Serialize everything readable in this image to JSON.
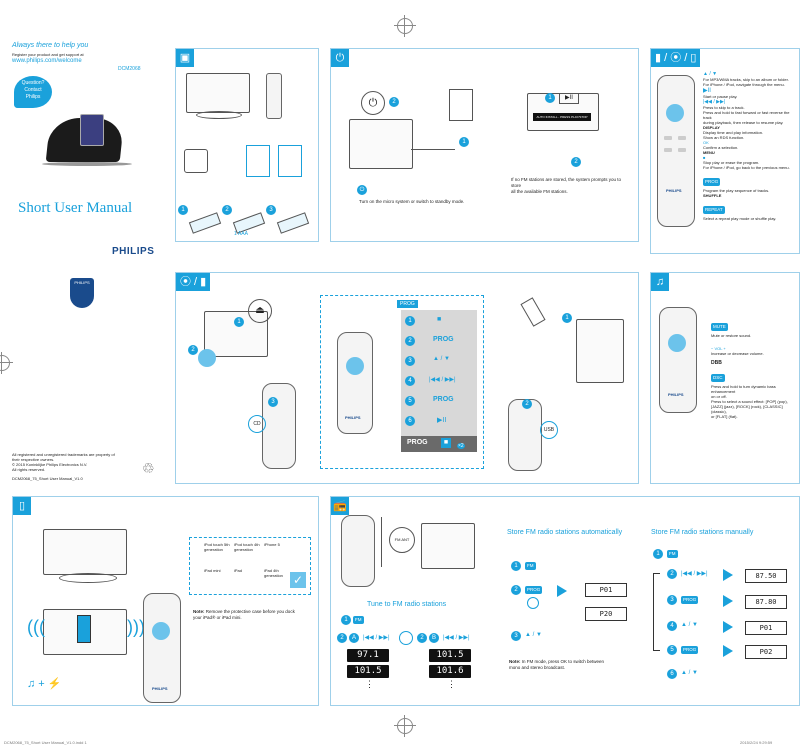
{
  "brand": {
    "tagline": "Always there to help you",
    "register": "Register your product and get support at",
    "url": "www.philips.com/welcome",
    "model": "DCM2068",
    "question_bubble_1": "Question?",
    "question_bubble_2": "Contact",
    "question_bubble_3": "Philips",
    "manual_title": "Short User Manual",
    "logo": "PHILIPS"
  },
  "legal": {
    "line1": "All registered and unregistered trademarks are property of",
    "line2": "their respective owners.",
    "line3": "© 2015 Koninklijke Philips Electronics N.V.",
    "line4": "All rights reserved.",
    "docid": "DCM2068_75_Short User Manual_V1.0"
  },
  "setup": {
    "battery_label": "1 AAA",
    "steps": [
      "1",
      "2",
      "3"
    ]
  },
  "power": {
    "text": "Turn on the micro system or switch to standby mode.",
    "fm_text_1": "If no FM stations are stored, the system prompts you to store",
    "fm_text_2": "all the available FM stations.",
    "display_text": "AUTO INSTALL - PRESS PLAY/STOP",
    "steps": [
      "1",
      "2"
    ]
  },
  "controls": {
    "updown": "▲ / ▼",
    "updown_text_1": "For MP3/WMA tracks, skip to an album or folder.",
    "updown_text_2": "For iPhone / iPod, navigate through the menu.",
    "play_text": "Start or pause play.",
    "skip": "|◀◀ / ▶▶|",
    "skip_text_1": "Press to skip to a track.",
    "skip_text_2": "Press and hold to fast forward or fast reverse the track",
    "skip_text_3": "during playback, then release to resume play.",
    "display_label": "DISPLAY",
    "display_text_1": "Display time and play information.",
    "display_text_2": "Show an RDS function.",
    "ok_text": "Confirm a selection.",
    "menu_label": "MENU",
    "stop_text_1": "Stop play or erase the program.",
    "stop_text_2": "For iPhone / iPod, go back to the previous menu.",
    "prog_label": "PROG",
    "prog_text": "Program the play sequence of tracks.",
    "shuffle_label": "SHUFFLE",
    "repeat_label": "REPEAT",
    "repeat_text": "Select a repeat play mode or shuffle play."
  },
  "disc": {
    "prog_header": "PROG",
    "rows": [
      "■",
      "PROG",
      "▲ / ▼",
      "|◀◀ / ▶▶|",
      "PROG",
      "▶II"
    ],
    "steps": [
      "1",
      "2",
      "3",
      "4",
      "5",
      "6"
    ],
    "final": "PROG",
    "times": "×2",
    "usb": "USB",
    "cd": "CD"
  },
  "sound": {
    "mute_label": "MUTE",
    "mute_text": "Mute or restore sound.",
    "vol_text": "Increase or decrease volume.",
    "dbb_label": "DBB",
    "dsc_label": "DSC",
    "dsc_text_1": "Press and hold to turn dynamic bass enhancement",
    "dsc_text_2": "on or off.",
    "dsc_text_3": "Press to select a sound effect: [POP] (pop),",
    "dsc_text_4": "[JAZZ] (jazz), [ROCK] (rock), [CLASSIC] (classic),",
    "dsc_text_5": "or [FLAT] (flat)."
  },
  "ipod": {
    "compat_1": "iPod touch 5th generation",
    "compat_2": "iPod touch 4th generation",
    "compat_3": "iPhone 5",
    "compat_4": "iPad mini",
    "compat_5": "iPad",
    "compat_6": "iPad 4th generation",
    "note_label": "Note:",
    "note_1": "Remove the protective case before you dock",
    "note_2": "your iPad® or iPad mini."
  },
  "radio": {
    "tune_title": "Tune to FM radio stations",
    "auto_title": "Store FM radio stations automatically",
    "manual_title": "Store FM radio stations manually",
    "fm_ant": "FM ANT",
    "skip": "|◀◀ / ▶▶|",
    "updown": "▲ / ▼",
    "freq_a1": "97.1",
    "freq_a2": "101.5",
    "freq_b1": "101.5",
    "freq_b2": "101.6",
    "auto_prog": "PROG",
    "auto_p1": "P01",
    "auto_p2": "P20",
    "manual_f1": "87.50",
    "manual_f2": "87.80",
    "manual_p1": "P01",
    "manual_p2": "P02",
    "note_label": "Note:",
    "note_1": "In FM mode, press OK to switch between",
    "note_2": "mono and stereo broadcast.",
    "dots": "⋮"
  },
  "footer": {
    "left": "DCM2068_75_Short User Manual_V1.0.indd 1",
    "right": "2015/2/24 9:29:59"
  }
}
